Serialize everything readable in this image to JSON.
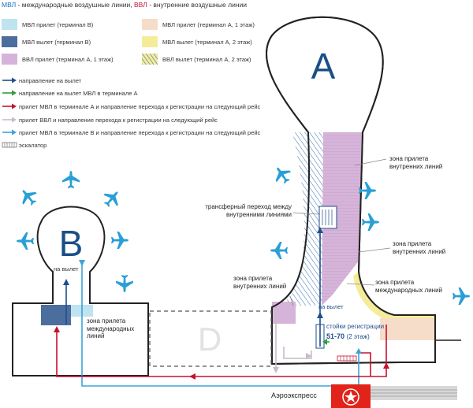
{
  "header": {
    "mvl_abbr": "МВЛ",
    "mvl_text": " - международные воздушные линии, ",
    "vvl_abbr": "ВВЛ",
    "vvl_text": " - внутренние воздушные линии"
  },
  "legend": {
    "swatches": [
      {
        "label": "МВЛ прилет (терминал B)",
        "color": "#bfe3ef"
      },
      {
        "label": "МВЛ вылет (терминал B)",
        "color": "#4c6e9e"
      },
      {
        "label": "ВВЛ прилет (терминал А, 1 этаж)",
        "color": "#d6b4d9"
      },
      {
        "label": "МВЛ прилет (терминал А, 1 этаж)",
        "color": "#f6ddca"
      },
      {
        "label": "МВЛ вылет (терминал А, 2 этаж)",
        "color": "#f5ec9a"
      },
      {
        "label": "ВВЛ вылет (терминал А, 2 этаж)",
        "color": "hatch-blue-yellow"
      }
    ],
    "arrows": [
      {
        "label": "направление на вылет",
        "color": "#1f4e8c"
      },
      {
        "label": "направление на вылет МВЛ в терминале А",
        "color": "#2e9e3a"
      },
      {
        "label": "прилет МВЛ в терминале А и направление перехода к регистрации на следующий рейс",
        "color": "#c8102e"
      },
      {
        "label": "прилет ВВЛ и направление перехода к регистрации на следующий рейс",
        "color": "#c7bcc9"
      },
      {
        "label": "прилет МВЛ в терминале В и направление перехода к регистрации на следующий рейс",
        "color": "#3aa5d8"
      }
    ],
    "escalator_label": "эскалатор"
  },
  "labels": {
    "terminal_a": "A",
    "terminal_b": "B",
    "terminal_d": "D",
    "b_departure": "на вылет",
    "b_intl_arrival_zone": "зона прилета международных линий",
    "domestic_arrival_zone_1": "зона прилета внутренних линий",
    "domestic_arrival_zone_2": "зона прилета внутренних линий",
    "domestic_arrival_zone_3": "зона прилета внутренних линий",
    "intl_arrival_zone_a": "зона прилета международных линий",
    "transfer": "трансферный переход между внутренними линиями",
    "a_departure": "на вылет",
    "checkin_title": "стойки регистрации",
    "checkin_range": "51-70",
    "checkin_floor": "(2 этаж)",
    "aeroexpress": "Аэроэкспресс"
  },
  "colors": {
    "dark_blue": "#1f4e8c",
    "light_blue": "#3aa5d8",
    "red": "#c8102e",
    "green": "#2e9e3a",
    "grey": "#c7bcc9",
    "plane": "#2a9fd6",
    "terminal_letter": "#1a4f86"
  }
}
